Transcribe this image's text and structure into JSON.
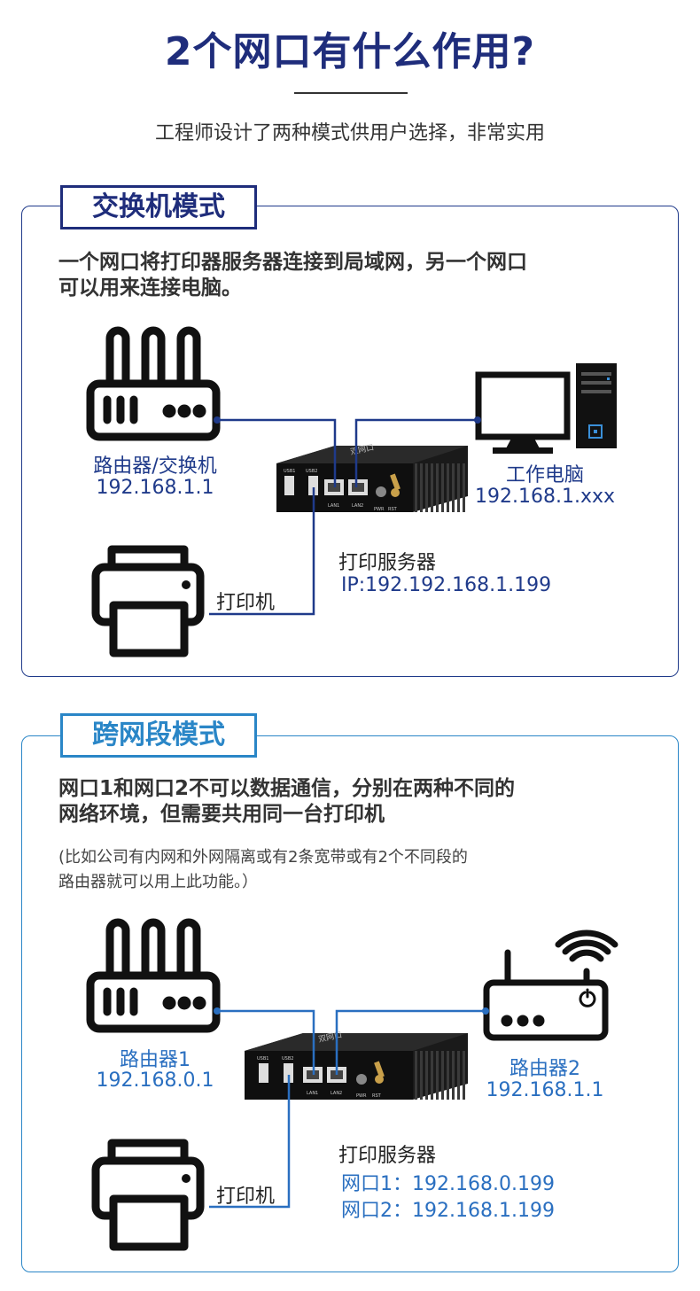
{
  "header": {
    "title": "2个网口有什么作用?",
    "subtitle": "工程师设计了两种模式供用户选择，非常实用"
  },
  "section1": {
    "tag": "交换机模式",
    "desc_line1": "一个网口将打印器服务器连接到局域网，另一个网口",
    "desc_line2": "可以用来连接电脑。",
    "router_label": "路由器/交换机",
    "router_ip": "192.168.1.1",
    "pc_label": "工作电脑",
    "pc_ip": "192.168.1.xxx",
    "server_label": "打印服务器",
    "server_ip": "IP:192.192.168.1.199",
    "printer_label": "打印机"
  },
  "section2": {
    "tag": "跨网段模式",
    "desc_line1": "网口1和网口2不可以数据通信，分别在两种不同的",
    "desc_line2": "网络环境，但需要共用同一台打印机",
    "note_line1": "(比如公司有内网和外网隔离或有2条宽带或有2个不同段的",
    "note_line2": "路由器就可以用上此功能。）",
    "router1_label": "路由器1",
    "router1_ip": "192.168.0.1",
    "router2_label": "路由器2",
    "router2_ip": "192.168.1.1",
    "server_label": "打印服务器",
    "server_port1": "网口1：192.168.0.199",
    "server_port2": "网口2：192.168.1.199",
    "printer_label": "打印机"
  },
  "device_labels": {
    "usb1": "USB1",
    "usb2": "USB2",
    "lan1": "LAN1",
    "lan2": "LAN2",
    "pwr": "PWR",
    "rst": "RST",
    "brand": "双网口"
  },
  "colors": {
    "navy": "#1f2d7b",
    "blue": "#2a86c7",
    "line_navy": "#1f3a8a",
    "line_blue": "#2a6fc0"
  }
}
